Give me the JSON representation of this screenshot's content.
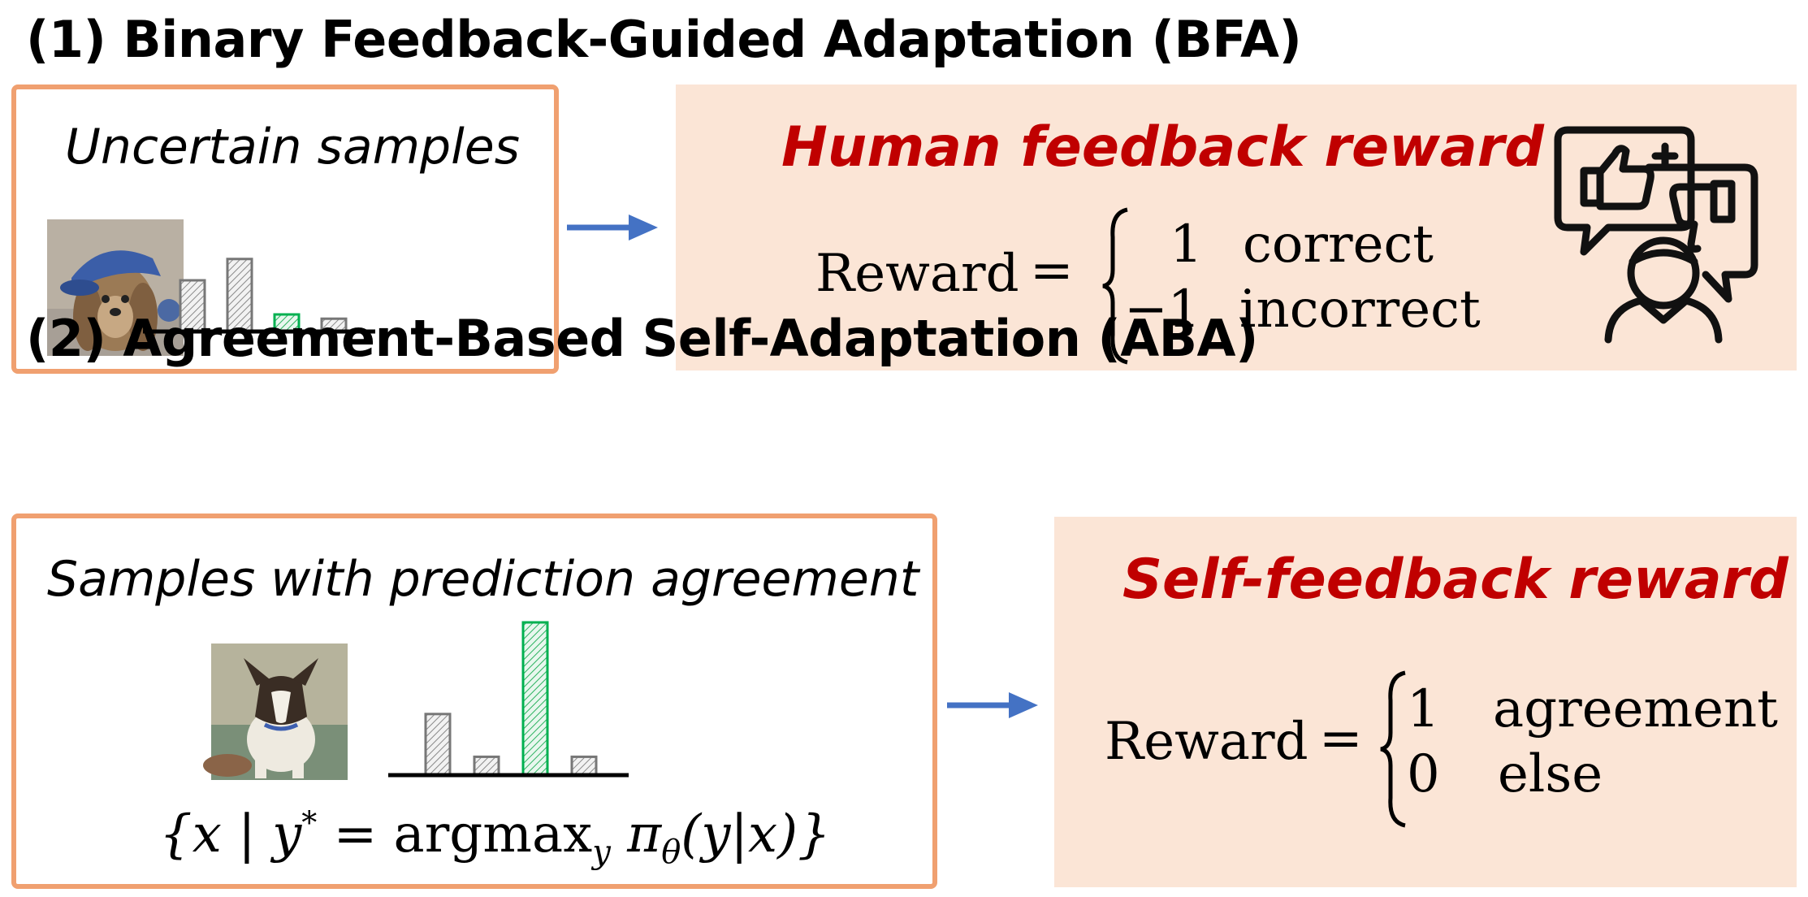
{
  "section1": {
    "heading": "(1) Binary Feedback-Guided Adaptation (BFA)",
    "left_label": "Uncertain samples",
    "reward_title": "Human feedback reward",
    "reward_word": "Reward",
    "equals": "=",
    "case1_value": "1",
    "case1_text": "correct",
    "case2_value": "−1",
    "case2_text": "incorrect",
    "bar_values": [
      0.6,
      0.85,
      0.2,
      0.15
    ],
    "highlight_index": 2
  },
  "section2": {
    "heading": "(2) Agreement-Based Self-Adaptation (ABA)",
    "left_label": "Samples with prediction agreement",
    "set_notation_prefix": "{x | y",
    "set_notation_star": "*",
    "set_notation_eq": " =  argmax",
    "set_notation_sub_y": "y",
    "set_notation_pi": " π",
    "set_notation_sub_theta": "θ",
    "set_notation_suffix": "(y|x)}",
    "reward_title": "Self-feedback reward",
    "reward_word": "Reward",
    "equals": "=",
    "case1_value": "1",
    "case1_text": "agreement",
    "case2_value": "0",
    "case2_text": "else",
    "bar_values": [
      0.4,
      0.12,
      1.0,
      0.12
    ],
    "highlight_index": 2
  },
  "colors": {
    "box_border": "#f0a070",
    "panel_bg": "#fbe5d6",
    "reward_title": "#c00000",
    "arrow": "#4472c4",
    "bar_gray": "#888888",
    "bar_green": "#00b050"
  },
  "icons": [
    "thumbs-up-icon",
    "thumbs-down-icon",
    "person-icon"
  ]
}
